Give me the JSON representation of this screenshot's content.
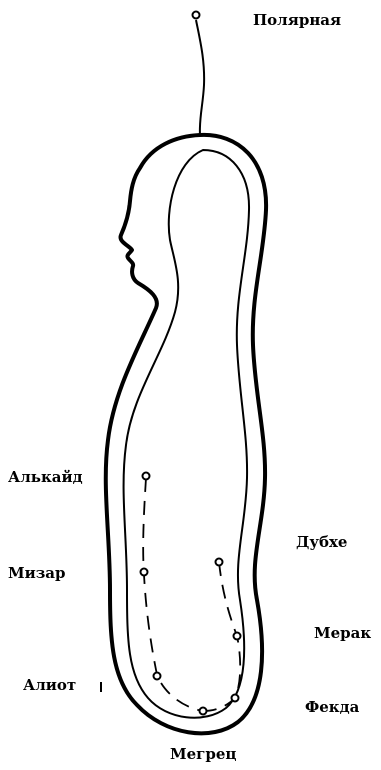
{
  "stars": {
    "polaris": "Полярная",
    "alkaid": "Алькайд",
    "mizar": "Мизар",
    "alioth": "Алиот",
    "megrez": "Мегрец",
    "dubhe": "Дубхе",
    "merak": "Мерак",
    "phecda": "Фекда"
  },
  "colors": {
    "ink": "#000000",
    "paper": "#ffffff"
  }
}
